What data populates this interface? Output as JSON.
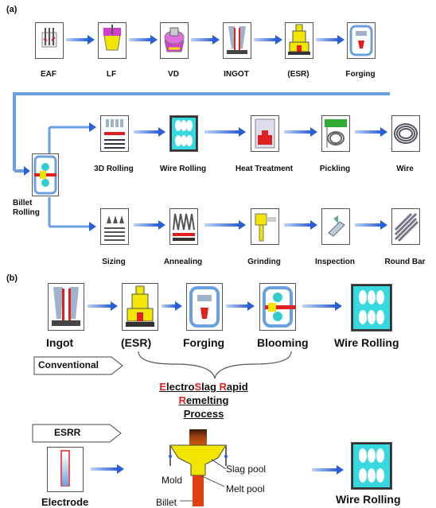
{
  "panel_a": {
    "label": "(a)",
    "row1": [
      "EAF",
      "LF",
      "VD",
      "INGOT",
      "(ESR)",
      "Forging"
    ],
    "billet": [
      "Billet",
      "Rolling"
    ],
    "row2": [
      "3D Rolling",
      "Wire Rolling",
      "Heat Treatment",
      "Pickling",
      "Wire"
    ],
    "row3": [
      "Sizing",
      "Annealing",
      "Grinding",
      "Inspection",
      "Round Bar"
    ]
  },
  "panel_b": {
    "label": "(b)",
    "conv_steps": [
      "Ingot",
      "(ESR)",
      "Forging",
      "Blooming"
    ],
    "conv_result": "Wire Rolling",
    "conventional_tag": "Conventional",
    "esr_title": {
      "line1": [
        "E",
        "lectro",
        "S",
        "lag ",
        "R",
        "apid"
      ],
      "line2": [
        "R",
        "emelting"
      ],
      "line3": "Process"
    },
    "esrr_tag": "ESRR",
    "electrode": "Electrode",
    "mold": "Mold",
    "slag_pool": "Slag pool",
    "melt_pool": "Melt pool",
    "billet": "Billet",
    "esrr_result": "Wire Rolling"
  },
  "colors": {
    "arrow": "#2b5fd8",
    "accent_red": "#e02020",
    "cyan_panel": "#38d8e0",
    "yellow": "#f2e600",
    "magenta": "#d040c8"
  }
}
